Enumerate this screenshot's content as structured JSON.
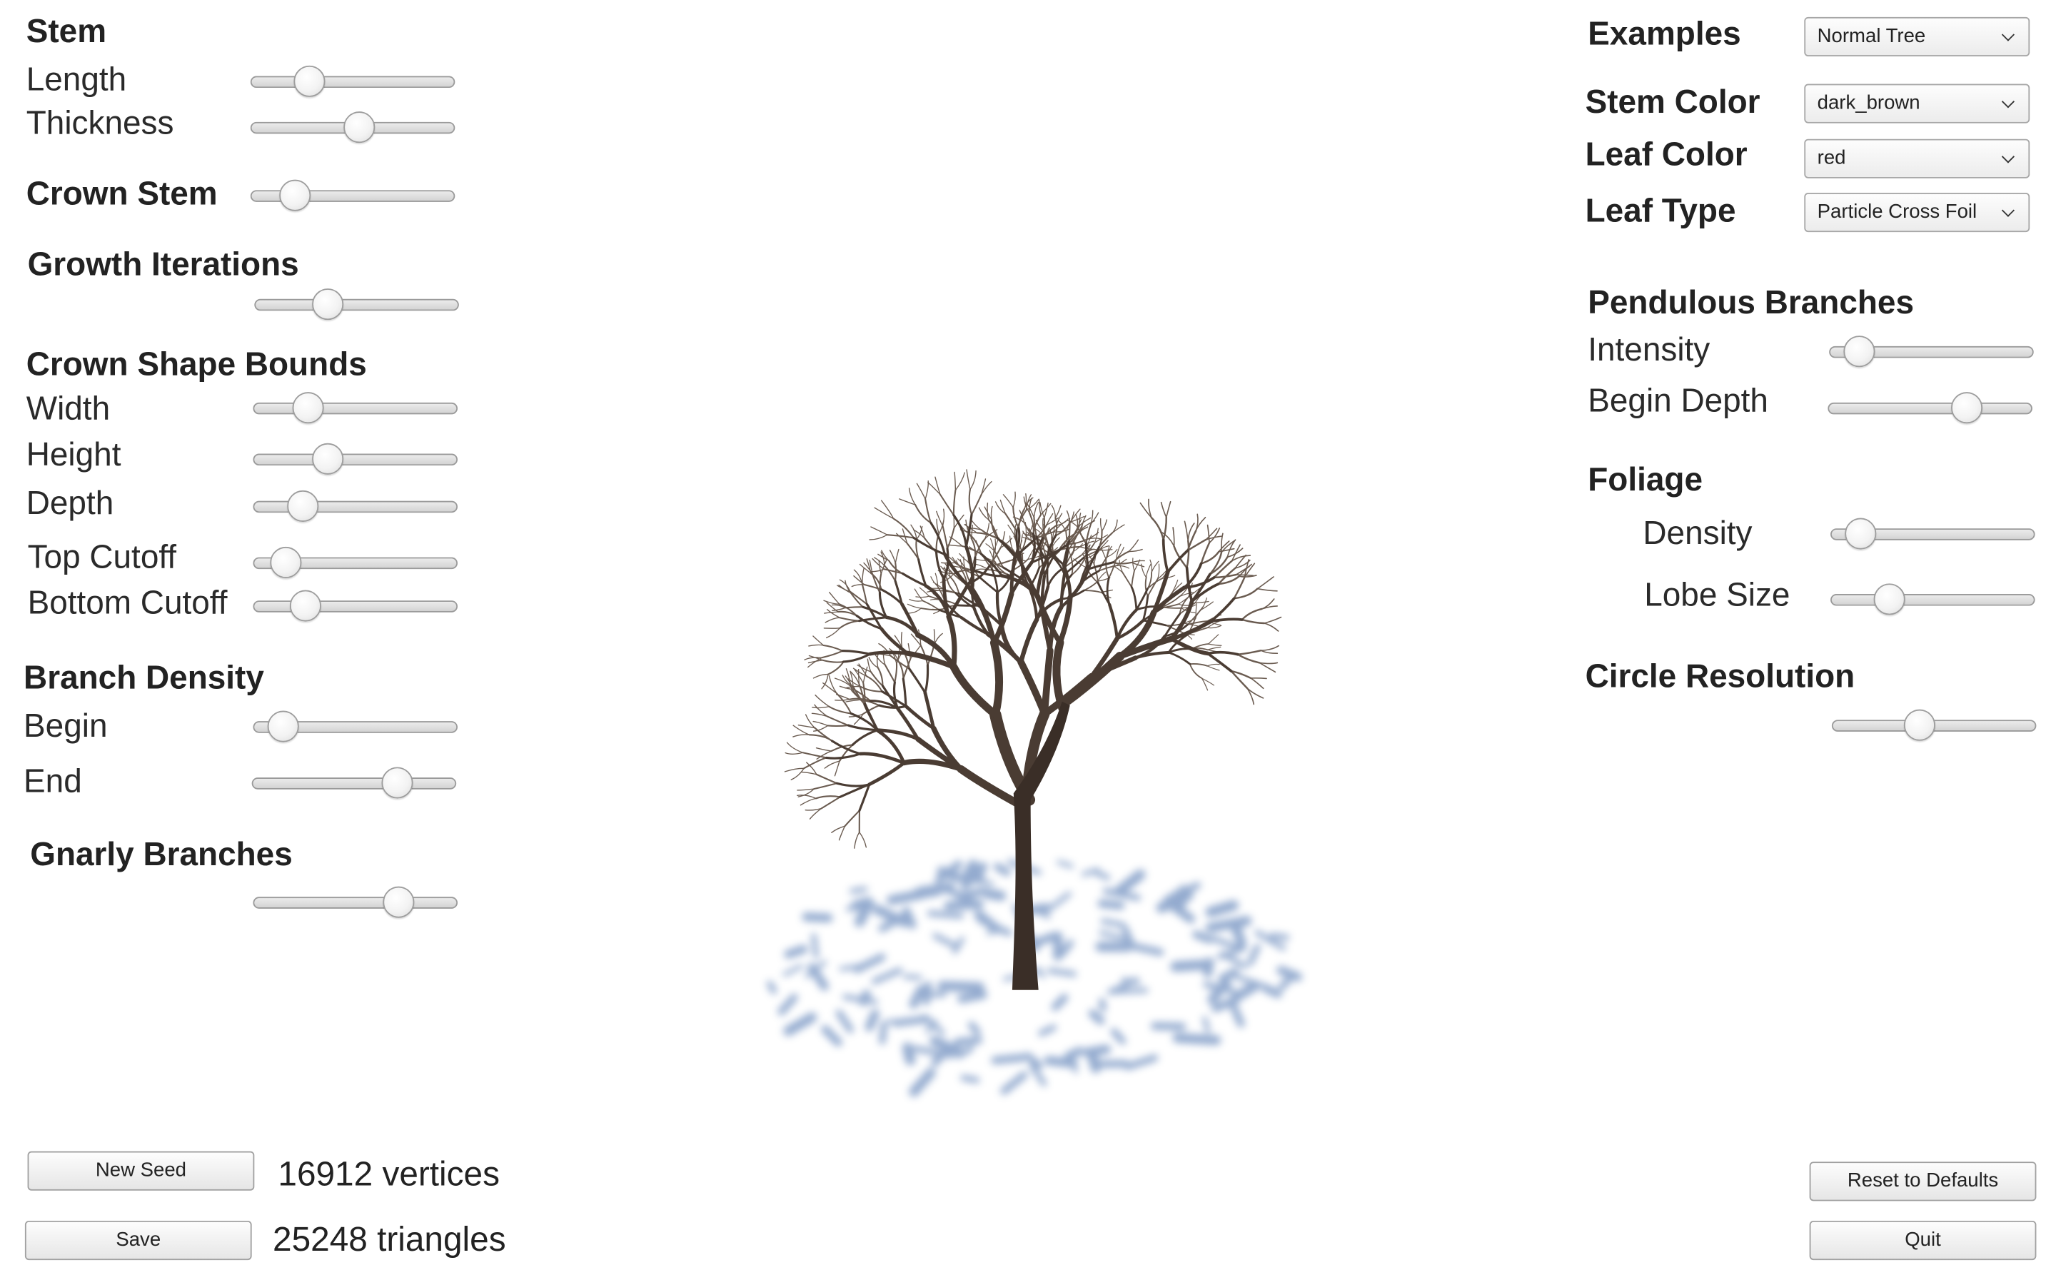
{
  "left_panel": {
    "stem": {
      "heading": "Stem",
      "length_label": "Length",
      "length_value": 0.25,
      "thickness_label": "Thickness",
      "thickness_value": 0.54
    },
    "crown_stem": {
      "heading": "Crown Stem",
      "value": 0.17
    },
    "growth_iterations": {
      "heading": "Growth Iterations",
      "value": 0.33
    },
    "crown_shape_bounds": {
      "heading": "Crown Shape Bounds",
      "width_label": "Width",
      "width_value": 0.23,
      "height_label": "Height",
      "height_value": 0.34,
      "depth_label": "Depth",
      "depth_value": 0.2,
      "top_cutoff_label": "Top Cutoff",
      "top_cutoff_value": 0.1,
      "bottom_cutoff_label": "Bottom Cutoff",
      "bottom_cutoff_value": 0.21
    },
    "branch_density": {
      "heading": "Branch Density",
      "begin_label": "Begin",
      "begin_value": 0.08,
      "end_label": "End",
      "end_value": 0.75
    },
    "gnarly_branches": {
      "heading": "Gnarly Branches",
      "value": 0.75
    }
  },
  "right_panel": {
    "examples": {
      "label": "Examples",
      "selected": "Normal Tree"
    },
    "stem_color": {
      "label": "Stem Color",
      "selected": "dark_brown"
    },
    "leaf_color": {
      "label": "Leaf Color",
      "selected": "red"
    },
    "leaf_type": {
      "label": "Leaf Type",
      "selected": "Particle Cross Foil"
    },
    "pendulous_branches": {
      "heading": "Pendulous Branches",
      "intensity_label": "Intensity",
      "intensity_value": 0.08,
      "begin_depth_label": "Begin Depth",
      "begin_depth_value": 0.71
    },
    "foliage": {
      "heading": "Foliage",
      "density_label": "Density",
      "density_value": 0.08,
      "lobe_size_label": "Lobe Size",
      "lobe_size_value": 0.25
    },
    "circle_resolution": {
      "heading": "Circle Resolution",
      "value": 0.42
    }
  },
  "bottom_bar": {
    "new_seed_label": "New Seed",
    "save_label": "Save",
    "vertices_text": "16912 vertices",
    "triangles_text": "25248 triangles",
    "reset_label": "Reset to Defaults",
    "quit_label": "Quit"
  },
  "colors": {
    "trunk": "#3a2e27",
    "branch": "#4a3c33",
    "twig": "#6a5b50",
    "shadow": "#6f8fbf"
  },
  "viewport": {
    "icon": "tree-render"
  }
}
